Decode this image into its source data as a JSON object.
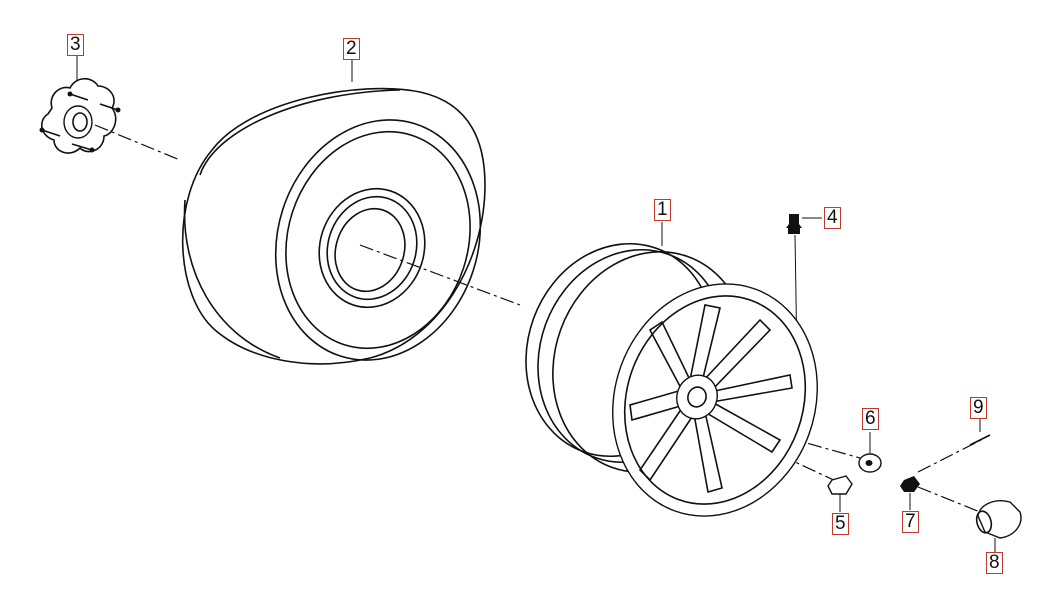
{
  "callouts": {
    "c1": "1",
    "c2": "2",
    "c3": "3",
    "c4": "4",
    "c5": "5",
    "c6": "6",
    "c7": "7",
    "c8": "8",
    "c9": "9"
  },
  "colors": {
    "line": "#111111",
    "callout_border": "#c0392b",
    "background": "#ffffff"
  }
}
